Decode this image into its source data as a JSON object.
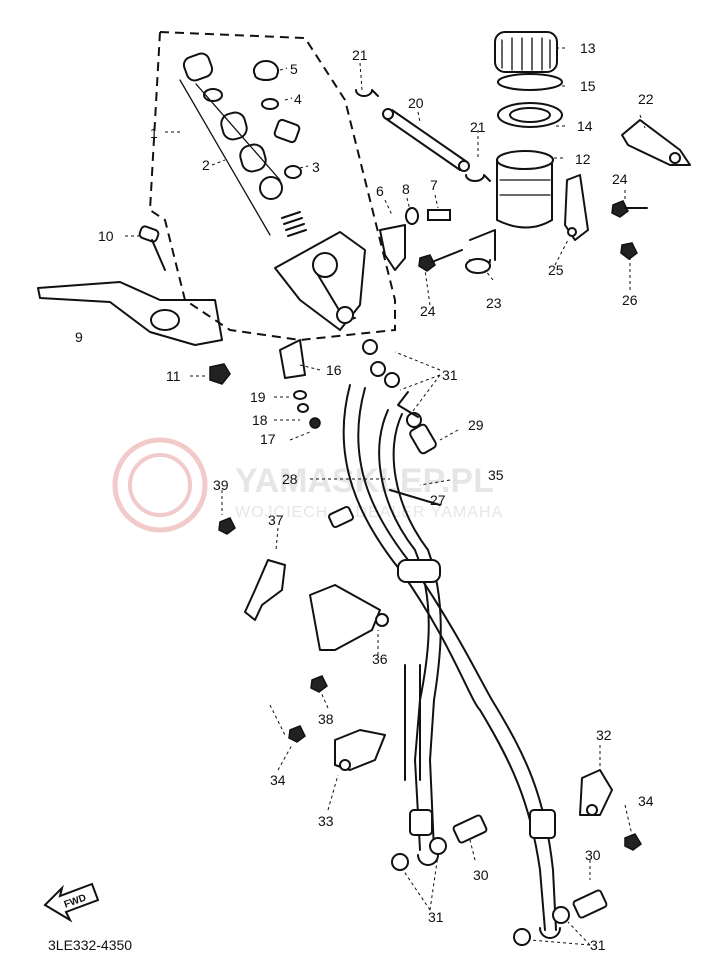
{
  "watermark": {
    "title": "YAMASKLEP.PL",
    "subtitle": "WOJCIECH ... DEALER YAMAHA"
  },
  "part_code": "3LE332-4350",
  "fwd_label": "FWD",
  "callouts": [
    "1",
    "2",
    "3",
    "4",
    "5",
    "6",
    "7",
    "8",
    "9",
    "10",
    "11",
    "12",
    "13",
    "14",
    "15",
    "16",
    "17",
    "18",
    "19",
    "20",
    "21",
    "21",
    "22",
    "23",
    "24",
    "24",
    "25",
    "26",
    "27",
    "28",
    "29",
    "30",
    "30",
    "31",
    "31",
    "31",
    "32",
    "33",
    "34",
    "34",
    "35",
    "36",
    "37",
    "38",
    "39"
  ]
}
